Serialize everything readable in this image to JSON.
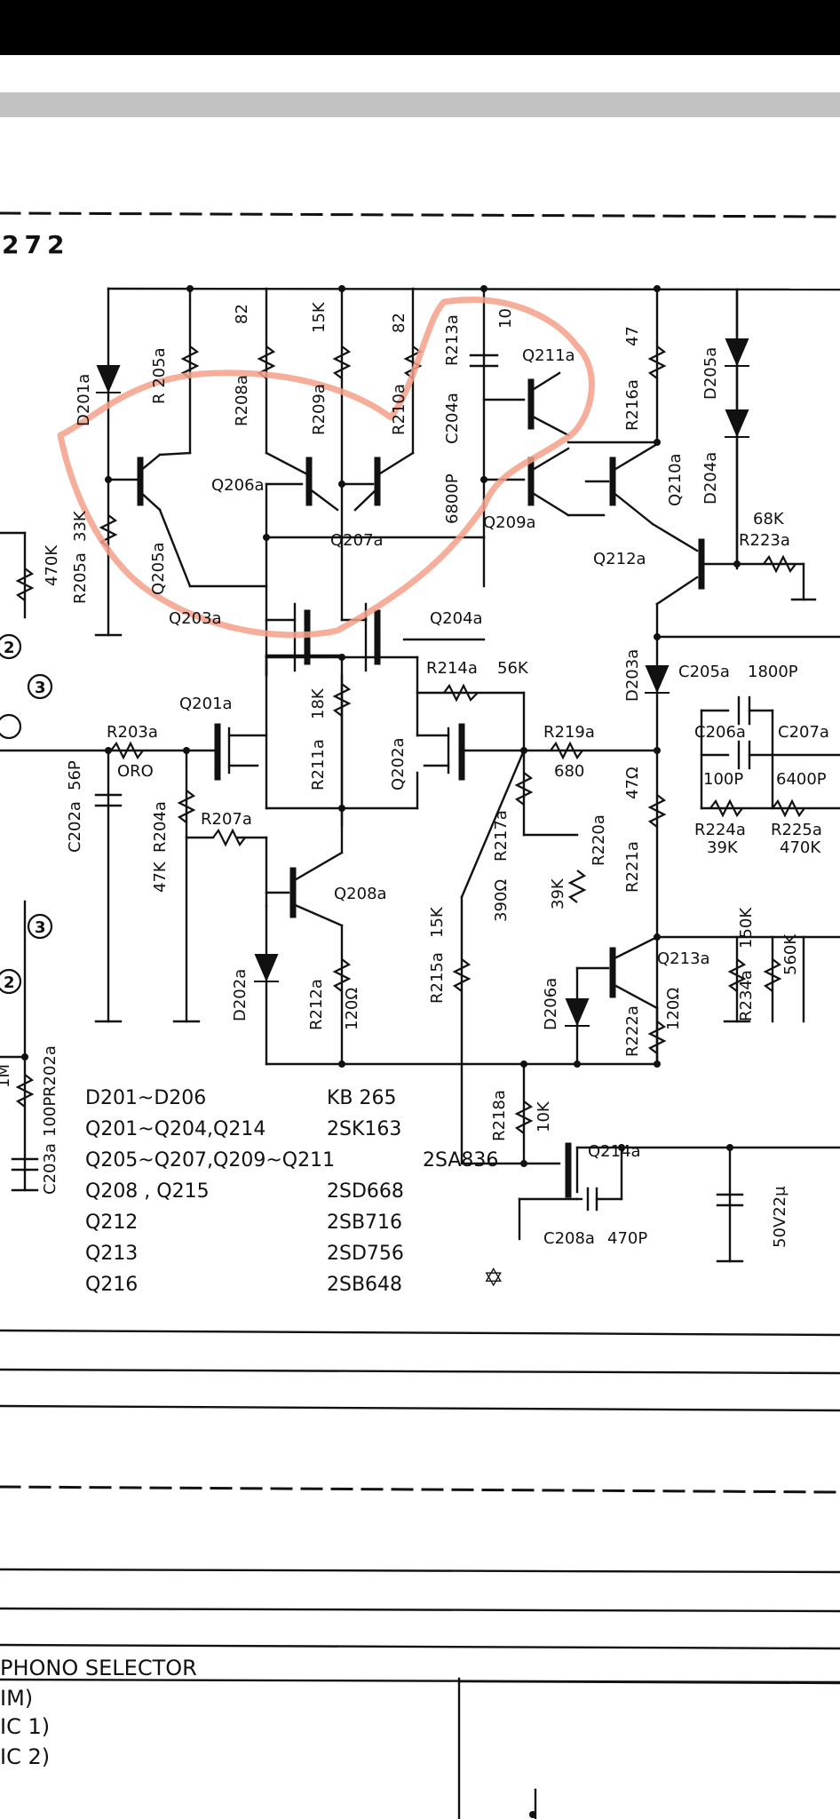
{
  "page_code": "272",
  "labels": {
    "D201a": "D201a",
    "R205a_top": "R 205a",
    "R208a": "R208a",
    "v82a": "82",
    "R209a": "R209a",
    "v15k": "15K",
    "R210a": "R210a",
    "v82b": "82",
    "C204a": "C204a",
    "R213a": "R213a",
    "v10": "10",
    "v6800p": "6800P",
    "Q211a": "Q211a",
    "R216a": "R216a",
    "v47": "47",
    "D205a": "D205a",
    "D204a": "D204a",
    "Q210a": "Q210a",
    "v68k": "68K",
    "R223a": "R223a",
    "Q212a": "Q212a",
    "Q206a": "Q206a",
    "Q207a": "Q207a",
    "Q209a": "Q209a",
    "Q205a": "Q205a",
    "R205a_left": "R205a",
    "v33k": "33K",
    "v470k": "470K",
    "Q203a": "Q203a",
    "Q204a": "Q204a",
    "R214a": "R214a",
    "v56k": "56K",
    "C205a": "C205a",
    "v1800p": "1800P",
    "D203a": "D203a",
    "C206a": "C206a",
    "v100p": "100P",
    "C207a": "C207a",
    "v6400p": "6400P",
    "R224a": "R224a",
    "v39k_a": "39K",
    "R225a": "R225a",
    "v470k_b": "470K",
    "R203a": "R203a",
    "ORO": "ORO",
    "Q201a": "Q201a",
    "R211a": "R211a",
    "v18k": "18K",
    "Q202a": "Q202a",
    "R219a": "R219a",
    "v680": "680",
    "C202a": "C202a",
    "v56p": "56P",
    "R204a": "R204a",
    "v47k": "47K",
    "R207a": "R207a",
    "Q208a": "Q208a",
    "R217a": "R217a",
    "v390": "390Ω",
    "R220a": "R220a",
    "v39k_b": "39K",
    "R221a": "R221a",
    "v47ohm": "47Ω",
    "Q213a": "Q213a",
    "R234a": "R234a",
    "v150k": "150K",
    "v560k": "560K",
    "D202a": "D202a",
    "R212a": "R212a",
    "v120a": "120Ω",
    "R215a": "R215a",
    "v15k_b": "15K",
    "D206a": "D206a",
    "R222a": "R222a",
    "v120b": "120Ω",
    "R202a": "R202a",
    "v1m": "1M",
    "C203a": "C203a",
    "v100p_b": "100P",
    "R218a": "R218a",
    "v10k": "10K",
    "Q214a": "Q214a",
    "C208a": "C208a",
    "v470p": "470P",
    "v50v22u": "50V22μ",
    "node2a": "2",
    "node3a": "3",
    "node2b": "2",
    "node3b": "3"
  },
  "parts_table": [
    {
      "refs": "D201~D206",
      "type": "KB 265"
    },
    {
      "refs": "Q201~Q204,Q214",
      "type": "2SK163"
    },
    {
      "refs": "Q205~Q207,Q209~Q211",
      "type": "2SA836"
    },
    {
      "refs": "Q208 , Q215",
      "type": "2SD668"
    },
    {
      "refs": "Q212",
      "type": "2SB716"
    },
    {
      "refs": "Q213",
      "type": "2SD756"
    },
    {
      "refs": "Q216",
      "type": "2SB648"
    }
  ],
  "bottom_block": {
    "title": "PHONO  SELECTOR",
    "line1": "IM)",
    "line2": "IC 1)",
    "line3": "IC 2)"
  },
  "colors": {
    "ink": "#111111",
    "annotation": "#f4a08a",
    "top_bar": "#000000",
    "grey_bar": "#c2c2c2"
  }
}
